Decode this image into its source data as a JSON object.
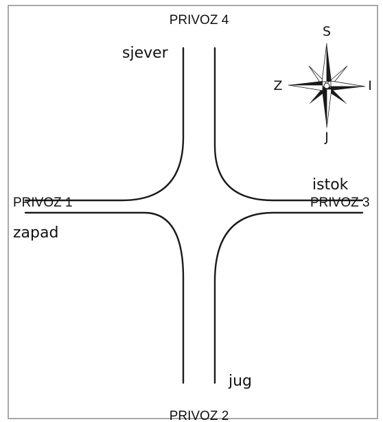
{
  "diagram": {
    "approaches": {
      "north": "PRIVOZ 4",
      "west": "PRIVOZ 1",
      "east": "PRIVOZ 3",
      "south": "PRIVOZ 2"
    },
    "directions": {
      "north": "sjever",
      "west": "zapad",
      "east": "istok",
      "south": "jug"
    },
    "compass": {
      "north": "S",
      "west": "Z",
      "east": "I",
      "south": "J"
    },
    "colors": {
      "line": "#1a1a1a",
      "border": "#8a8a8a",
      "background": "#ffffff"
    }
  }
}
